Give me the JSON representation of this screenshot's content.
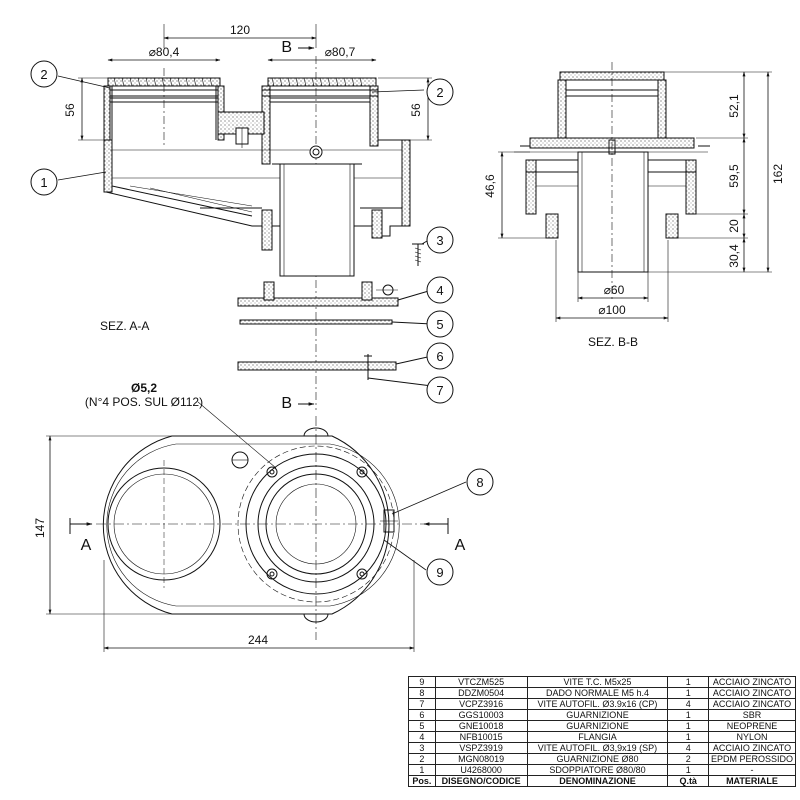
{
  "drawing": {
    "section_aa_label": "SEZ. A-A",
    "section_bb_label": "SEZ. B-B",
    "cut_b": "B",
    "cut_a": "A",
    "dims": {
      "d120": "120",
      "d80_4": "⌀80,4",
      "d80_7": "⌀80,7",
      "h56": "56",
      "d52_1": "52,1",
      "d59_5": "59,5",
      "d162": "162",
      "d46_6": "46,6",
      "d20": "20",
      "d30_4": "30,4",
      "d60": "⌀60",
      "d100": "⌀100",
      "d147": "147",
      "d244": "244",
      "hole_dia": "Ø5,2",
      "hole_note": "(N°4 POS. SUL Ø112)"
    },
    "callouts": [
      "1",
      "2",
      "3",
      "4",
      "5",
      "6",
      "7",
      "8",
      "9"
    ]
  },
  "bom": {
    "headers": [
      "Pos.",
      "DISEGNO/CODICE",
      "DENOMINAZIONE",
      "Q.tà",
      "MATERIALE"
    ],
    "rows": [
      [
        "9",
        "VTCZM525",
        "VITE T.C. M5x25",
        "1",
        "ACCIAIO ZINCATO"
      ],
      [
        "8",
        "DDZM0504",
        "DADO NORMALE M5 h.4",
        "1",
        "ACCIAIO ZINCATO"
      ],
      [
        "7",
        "VCPZ3916",
        "VITE AUTOFIL. Ø3.9x16 (CP)",
        "4",
        "ACCIAIO ZINCATO"
      ],
      [
        "6",
        "GGS10003",
        "GUARNIZIONE",
        "1",
        "SBR"
      ],
      [
        "5",
        "GNE10018",
        "GUARNIZIONE",
        "1",
        "NEOPRENE"
      ],
      [
        "4",
        "NFB10015",
        "FLANGIA",
        "1",
        "NYLON"
      ],
      [
        "3",
        "VSPZ3919",
        "VITE AUTOFIL. Ø3,9x19 (SP)",
        "4",
        "ACCIAIO ZINCATO"
      ],
      [
        "2",
        "MGN08019",
        "GUARNIZIONE Ø80",
        "2",
        "EPDM PEROSSIDO"
      ],
      [
        "1",
        "U4268000",
        "SDOPPIATORE Ø80/80",
        "1",
        "-"
      ]
    ]
  }
}
